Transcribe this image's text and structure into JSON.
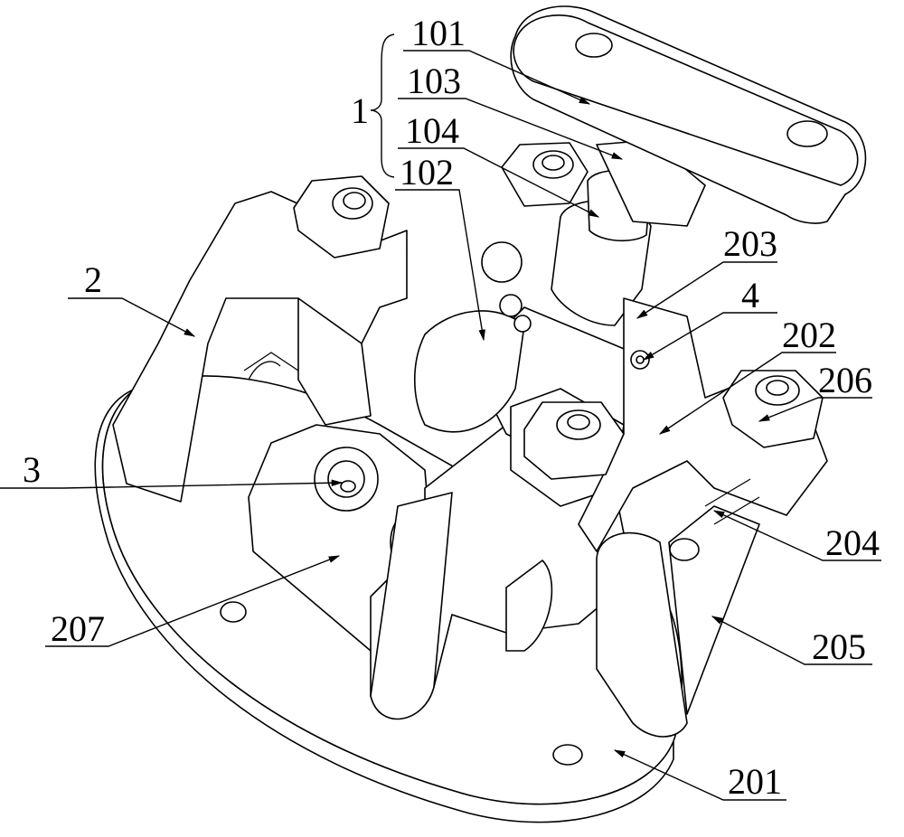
{
  "figure": {
    "group_label": "1",
    "labels": [
      {
        "id": "101",
        "text": "101"
      },
      {
        "id": "103",
        "text": "103"
      },
      {
        "id": "104",
        "text": "104"
      },
      {
        "id": "102",
        "text": "102"
      },
      {
        "id": "2",
        "text": "2"
      },
      {
        "id": "3",
        "text": "3"
      },
      {
        "id": "203",
        "text": "203"
      },
      {
        "id": "4",
        "text": "4"
      },
      {
        "id": "202",
        "text": "202"
      },
      {
        "id": "206",
        "text": "206"
      },
      {
        "id": "204",
        "text": "204"
      },
      {
        "id": "205",
        "text": "205"
      },
      {
        "id": "207",
        "text": "207"
      },
      {
        "id": "201",
        "text": "201"
      }
    ]
  }
}
